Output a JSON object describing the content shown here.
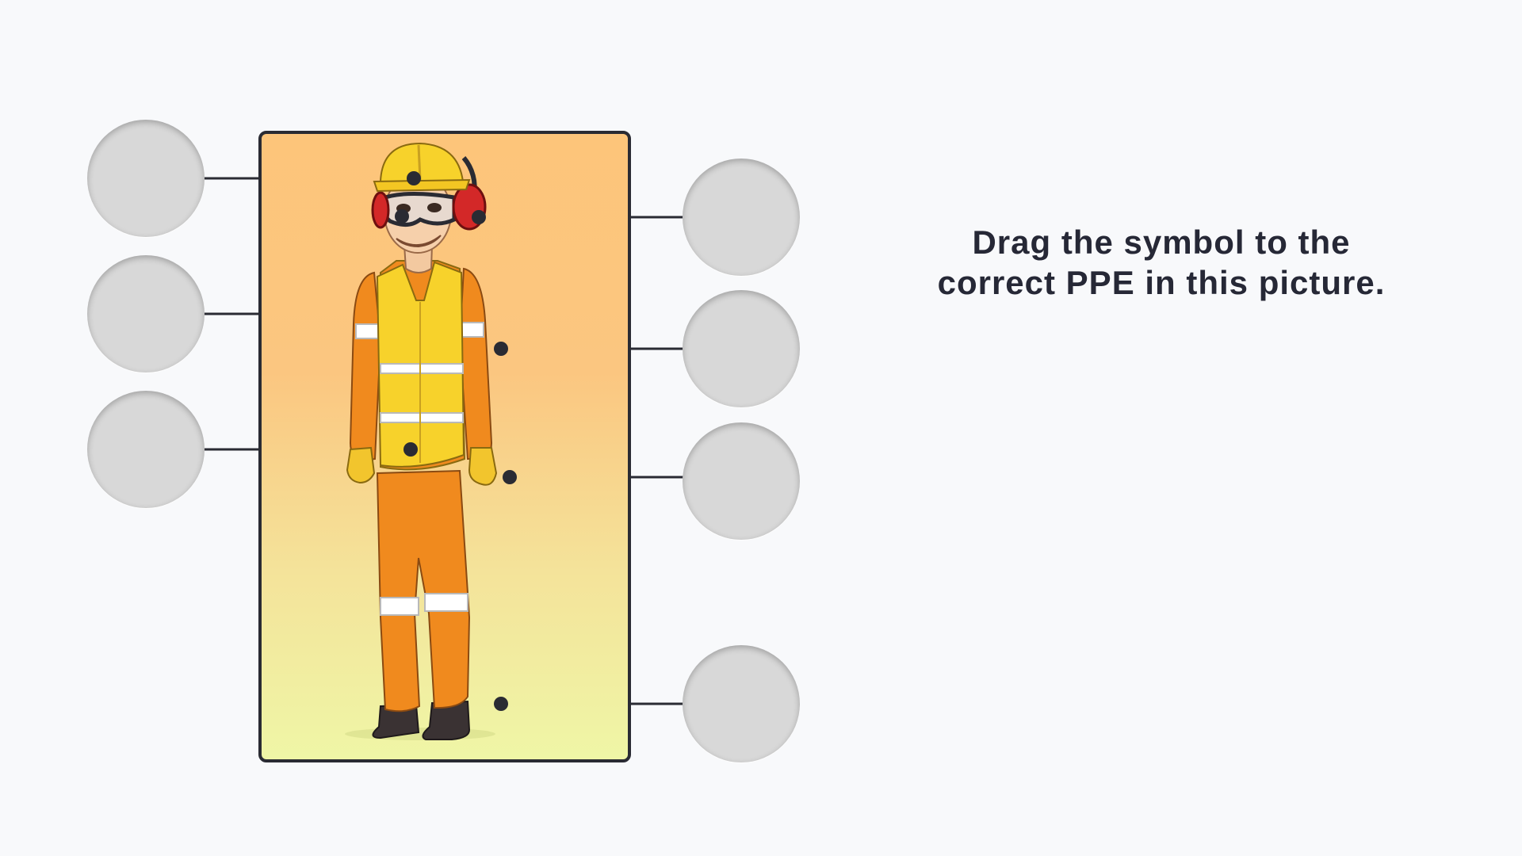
{
  "instruction": {
    "line1": "Drag the symbol to the",
    "line2": "correct PPE in this picture."
  },
  "colors": {
    "background": "#f8f9fb",
    "drop_zone": "#d8d8d8",
    "leader_line": "#2a2b33",
    "text": "#262836"
  },
  "drop_zones": [
    {
      "id": "helmet",
      "side": "left",
      "ppe_icon": "hard-hat-icon"
    },
    {
      "id": "goggles",
      "side": "left",
      "ppe_icon": "safety-goggles-icon"
    },
    {
      "id": "vest",
      "side": "left",
      "ppe_icon": "hi-vis-vest-icon"
    },
    {
      "id": "ear-muffs",
      "side": "right",
      "ppe_icon": "ear-muffs-icon"
    },
    {
      "id": "coverall",
      "side": "right",
      "ppe_icon": "coverall-icon"
    },
    {
      "id": "gloves",
      "side": "right",
      "ppe_icon": "gloves-icon"
    },
    {
      "id": "boots",
      "side": "right",
      "ppe_icon": "safety-boots-icon"
    }
  ]
}
